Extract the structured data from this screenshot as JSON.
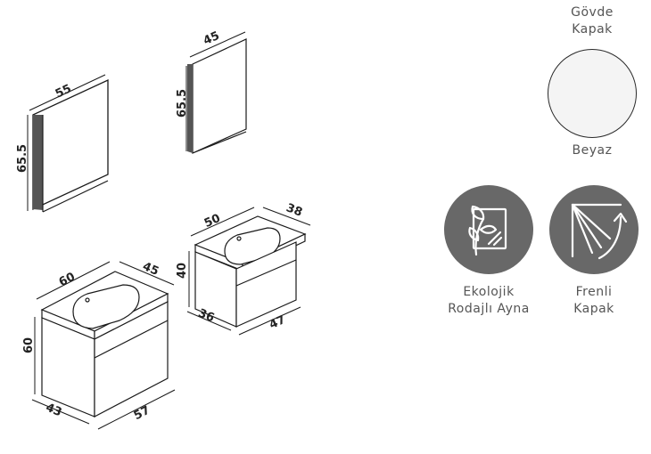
{
  "dimensions": {
    "mirror_large": {
      "width": "55",
      "height": "65.5"
    },
    "mirror_small": {
      "depth": "45",
      "height": "65.5"
    },
    "cabinet_small": {
      "width": "50",
      "depth": "38",
      "height": "40",
      "base_left": "36",
      "base_right": "47"
    },
    "cabinet_large": {
      "width": "60",
      "depth": "45",
      "height": "60",
      "base_left": "43",
      "base_right": "57"
    }
  },
  "color_option": {
    "header_line1": "Gövde",
    "header_line2": "Kapak",
    "name": "Beyaz",
    "swatch_color": "#f4f4f4"
  },
  "features": [
    {
      "icon": "eco-mirror-icon",
      "line1": "Ekolojik",
      "line2": "Rodajlı Ayna"
    },
    {
      "icon": "soft-close-door-icon",
      "line1": "Frenli",
      "line2": "Kapak"
    }
  ],
  "colors": {
    "line": "#1a1a1a",
    "badge": "#686868",
    "text": "#555555"
  }
}
